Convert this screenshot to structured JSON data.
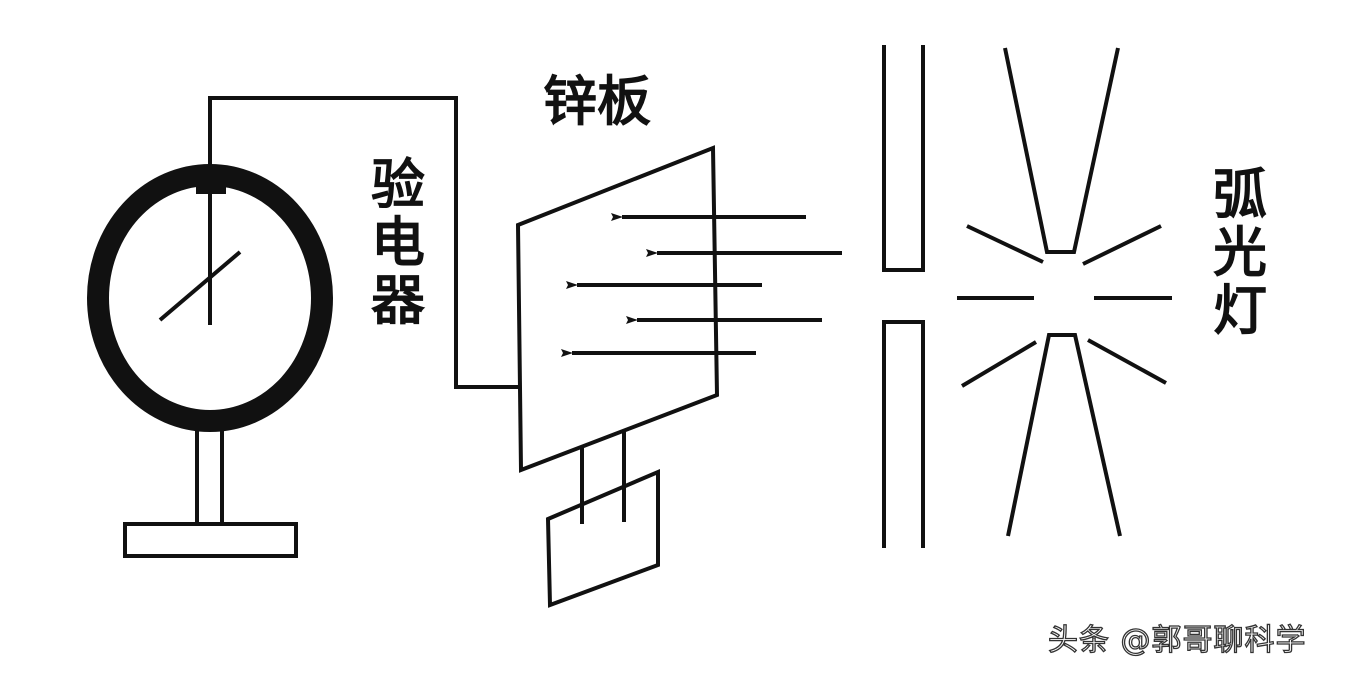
{
  "labels": {
    "zinc_plate": "锌板",
    "electroscope": "验电器",
    "arc_lamp": "弧光灯"
  },
  "watermark": "头条 @郭哥聊科学",
  "colors": {
    "ink": "#111111",
    "background": "#ffffff"
  }
}
